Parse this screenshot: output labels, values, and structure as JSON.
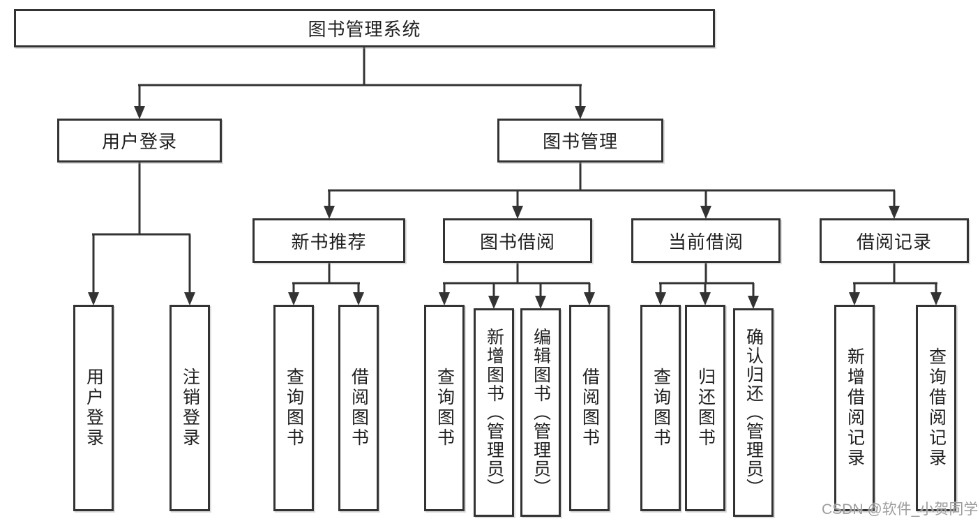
{
  "tree": {
    "root": {
      "label": "图书管理系统"
    },
    "branches": [
      {
        "label": "用户登录",
        "children": [
          {
            "label": "用户登录"
          },
          {
            "label": "注销登录"
          }
        ]
      },
      {
        "label": "图书管理",
        "children": [
          {
            "label": "新书推荐",
            "children": [
              {
                "label": "查询图书"
              },
              {
                "label": "借阅图书"
              }
            ]
          },
          {
            "label": "图书借阅",
            "children": [
              {
                "label": "查询图书"
              },
              {
                "label": "新增图书（管理员）"
              },
              {
                "label": "编辑图书（管理员）"
              },
              {
                "label": "借阅图书"
              }
            ]
          },
          {
            "label": "当前借阅",
            "children": [
              {
                "label": "查询图书"
              },
              {
                "label": "归还图书"
              },
              {
                "label": "确认归还（管理员）"
              }
            ]
          },
          {
            "label": "借阅记录",
            "children": [
              {
                "label": "新增借阅记录"
              },
              {
                "label": "查询借阅记录"
              }
            ]
          }
        ]
      }
    ]
  },
  "watermark": {
    "text": "CSDN @软件_小贺同学"
  },
  "colors": {
    "line": "#333333",
    "box_border": "#333333",
    "text": "#1f1f1f",
    "watermark": "#9d9d9d",
    "background": "#ffffff"
  }
}
